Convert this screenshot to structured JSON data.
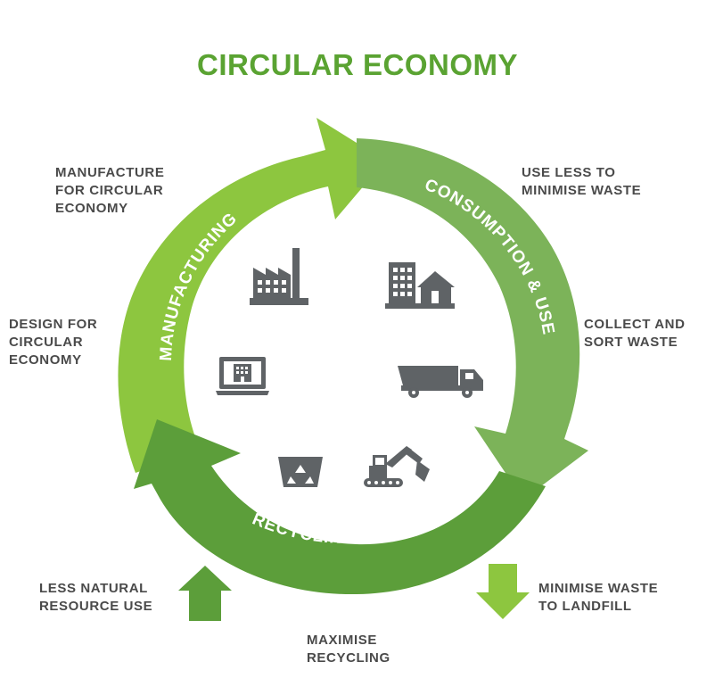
{
  "title": "CIRCULAR ECONOMY",
  "colors": {
    "title": "#5aa332",
    "manufacturing": "#8dc63f",
    "consumption": "#7cb359",
    "recycling": "#5c9e3a",
    "arrow_up": "#5c9e3a",
    "arrow_down": "#8dc63f",
    "icon": "#5f6366",
    "text": "#4a4a4a"
  },
  "stages": {
    "manufacturing": "MANUFACTURING",
    "consumption": "CONSUMPTION & USE",
    "recycling": "RECYCLING & REUSE"
  },
  "labels": {
    "manufacture_for_circular": "MANUFACTURE\nFOR CIRCULAR\nECONOMY",
    "design_for_circular": "DESIGN FOR\nCIRCULAR\nECONOMY",
    "use_less": "USE LESS TO\nMINIMISE WASTE",
    "collect_sort": "COLLECT AND\nSORT WASTE",
    "less_natural": "LESS NATURAL\nRESOURCE USE",
    "minimise_landfill": "MINIMISE WASTE\nTO LANDFILL",
    "maximise_recycling": "MAXIMISE\nRECYCLING"
  },
  "icons": [
    "factory-icon",
    "buildings-house-icon",
    "laptop-icon",
    "truck-icon",
    "recycle-bin-icon",
    "excavator-icon"
  ]
}
